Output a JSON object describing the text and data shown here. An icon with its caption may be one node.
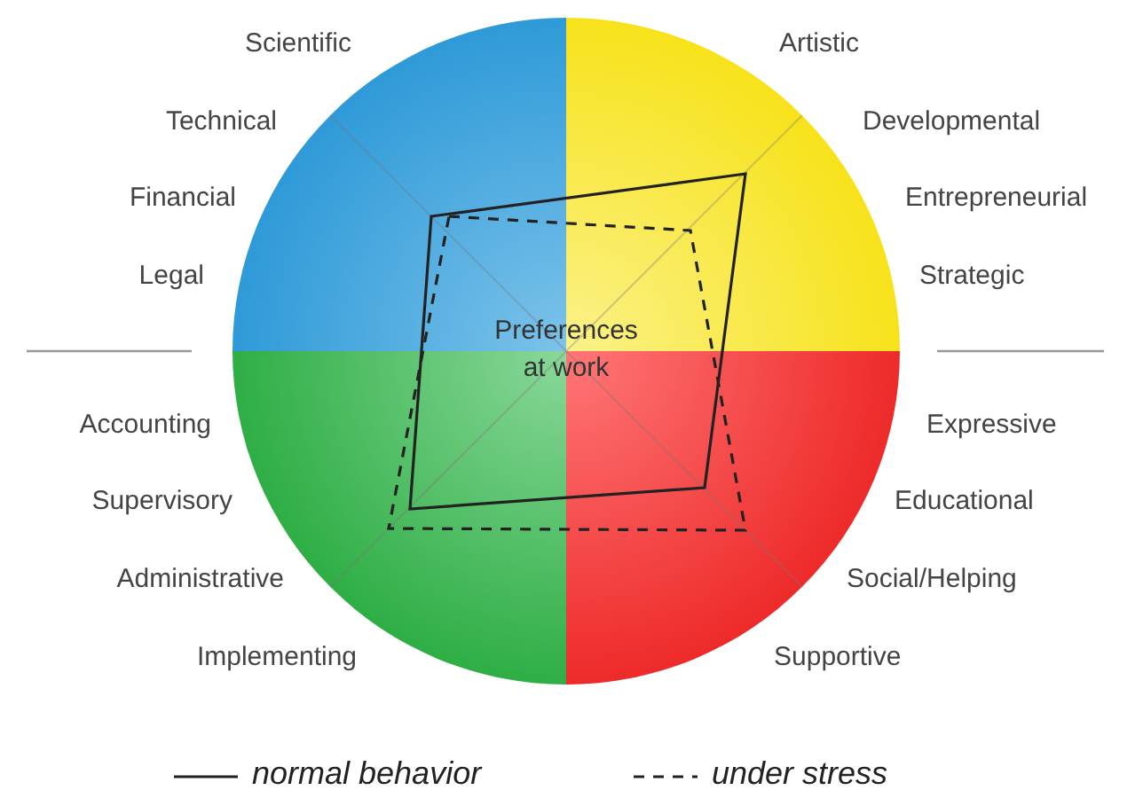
{
  "diagram": {
    "nodes": [
      {
        "text": [
          "Preferences at work"
        ]
      }
    ],
    "edges": [],
    "labels": [
      "Scientific",
      "Artistic",
      "Technical",
      "Developmental",
      "Financial",
      "Entrepreneurial",
      "Legal",
      "Strategic",
      "Accounting",
      "Expressive",
      "Supervisory",
      "Educational",
      "Administrative",
      "Social/Helping",
      "Implementing",
      "Supportive"
    ],
    "legend": [
      {
        "text": "normal behavior"
      },
      {
        "text": "under stress"
      }
    ]
  }
}
